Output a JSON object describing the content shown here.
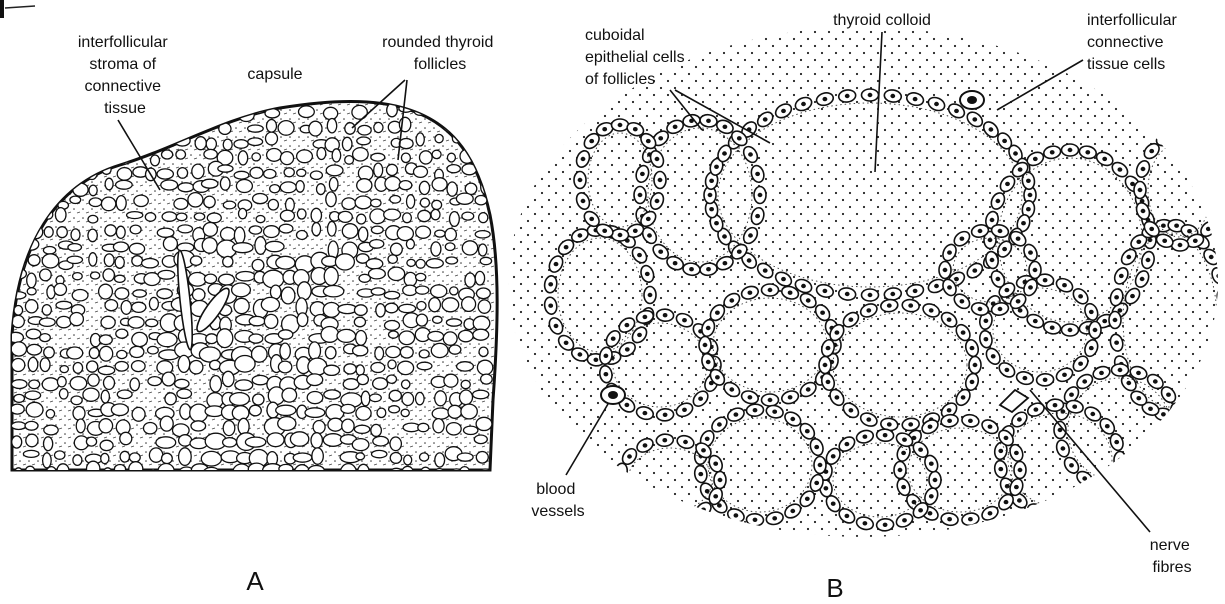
{
  "panels": {
    "a": {
      "letter": "A",
      "labels": {
        "stroma": [
          "interfollicular",
          "stroma of",
          "connective",
          "tissue"
        ],
        "capsule": [
          "capsule"
        ],
        "follicles": [
          "rounded thyroid",
          "follicles"
        ]
      }
    },
    "b": {
      "letter": "B",
      "labels": {
        "cuboidal": [
          "cuboidal",
          "epithelial cells",
          "of follicles"
        ],
        "colloid": [
          "thyroid colloid"
        ],
        "interfollicular": [
          "interfollicular",
          "connective",
          "tissue cells"
        ],
        "blood": [
          "blood",
          "vessels"
        ],
        "nerve": [
          "nerve",
          "fibres"
        ]
      }
    }
  },
  "colors": {
    "ink": "#111111",
    "paper": "#ffffff"
  }
}
